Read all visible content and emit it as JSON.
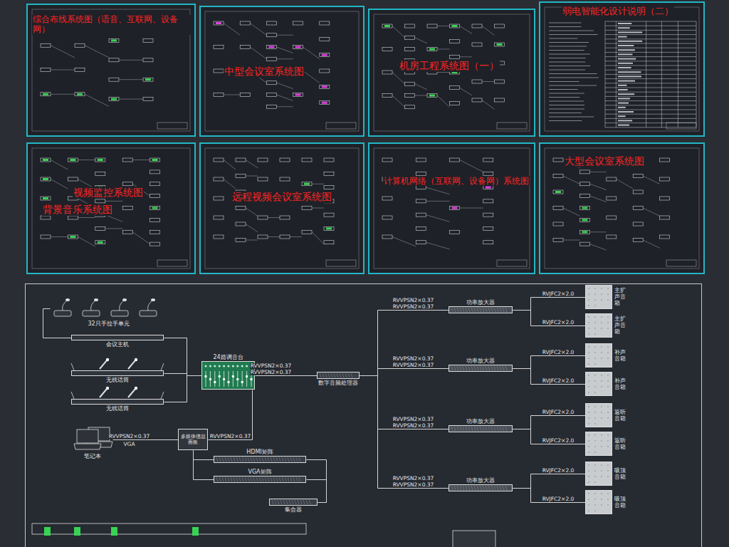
{
  "diagram": {
    "nodes": [
      {
        "text": [
          "综合布线系统图（语音、互联网、设备网）"
        ]
      },
      {
        "text": [
          "中型会议室系统图"
        ]
      },
      {
        "text": [
          "机房工程系统图（一）"
        ]
      },
      {
        "text": [
          "弱电智能化设计说明（二）"
        ]
      },
      {
        "text": [
          "视频监控系统图",
          "背景音乐系统图"
        ]
      },
      {
        "text": [
          "远程视频会议室系统图"
        ]
      },
      {
        "text": [
          "计算机网络（互联网、设备网）系统图"
        ]
      },
      {
        "text": [
          "大型会议室系统图"
        ]
      },
      {
        "text": [
          "32只手拉手单元"
        ]
      },
      {
        "text": [
          "会议主机"
        ]
      },
      {
        "text": [
          "无线话筒"
        ]
      },
      {
        "text": [
          "无线话筒"
        ]
      },
      {
        "text": [
          "笔记本"
        ]
      },
      {
        "text": [
          "多媒体信息面板"
        ]
      },
      {
        "text": [
          "24路调音台"
        ]
      },
      {
        "text": [
          "HDMI矩阵"
        ]
      },
      {
        "text": [
          "VGA矩阵"
        ]
      },
      {
        "text": [
          "数字音频处理器"
        ]
      },
      {
        "text": [
          "集合器"
        ]
      },
      {
        "text": [
          "功率放大器"
        ]
      },
      {
        "text": [
          "功率放大器"
        ]
      },
      {
        "text": [
          "功率放大器"
        ]
      },
      {
        "text": [
          "功率放大器"
        ]
      },
      {
        "text": [
          "主扩声音箱"
        ]
      },
      {
        "text": [
          "主扩声音箱"
        ]
      },
      {
        "text": [
          "补声音箱"
        ]
      },
      {
        "text": [
          "补声音箱"
        ]
      },
      {
        "text": [
          "返听音箱"
        ]
      },
      {
        "text": [
          "返听音箱"
        ]
      },
      {
        "text": [
          "吸顶音箱"
        ]
      },
      {
        "text": [
          "吸顶音箱"
        ]
      }
    ],
    "edges": [
      {
        "from": 8,
        "to": 9,
        "arrow": "none"
      },
      {
        "from": 9,
        "to": 14,
        "arrow": "none"
      },
      {
        "from": 10,
        "to": 14,
        "arrow": "none"
      },
      {
        "from": 11,
        "to": 14,
        "arrow": "none"
      },
      {
        "from": 12,
        "to": 13,
        "label": "RVVPSN2×0.37",
        "arrow": "none"
      },
      {
        "from": 13,
        "to": 14,
        "label": "RVVPSN2×0.37",
        "arrow": "none"
      },
      {
        "from": 13,
        "to": 15,
        "arrow": "none"
      },
      {
        "from": 13,
        "to": 16,
        "arrow": "none"
      },
      {
        "from": 14,
        "to": 17,
        "label": "RVVPSN2×0.37",
        "arrow": "none"
      },
      {
        "from": 17,
        "to": 19,
        "label": "RVVPSN2×0.37",
        "arrow": "none"
      },
      {
        "from": 17,
        "to": 20,
        "label": "RVVPSN2×0.37",
        "arrow": "none"
      },
      {
        "from": 17,
        "to": 21,
        "label": "RVVPSN2×0.37",
        "arrow": "none"
      },
      {
        "from": 17,
        "to": 22,
        "label": "RVVPSN2×0.37",
        "arrow": "none"
      },
      {
        "from": 19,
        "to": 23,
        "label": "RVJFC2×2.0",
        "arrow": "none"
      },
      {
        "from": 19,
        "to": 24,
        "label": "RVJFC2×2.0",
        "arrow": "none"
      },
      {
        "from": 20,
        "to": 25,
        "label": "RVJFC2×2.0",
        "arrow": "none"
      },
      {
        "from": 20,
        "to": 26,
        "label": "RVJFC2×2.0",
        "arrow": "none"
      },
      {
        "from": 21,
        "to": 27,
        "label": "RVJFC2×2.0",
        "arrow": "none"
      },
      {
        "from": 21,
        "to": 28,
        "label": "RVJFC2×2.0",
        "arrow": "none"
      },
      {
        "from": 22,
        "to": 29,
        "label": "RVJFC2×2.0",
        "arrow": "none"
      },
      {
        "from": 22,
        "to": 30,
        "label": "RVJFC2×2.0",
        "arrow": "none"
      },
      {
        "from": 15,
        "to": 18,
        "arrow": "none"
      },
      {
        "from": 16,
        "to": 18,
        "arrow": "none"
      }
    ],
    "labels": [
      "RVVPSN2×0.37",
      "RVVPSN2×0.37",
      "RVVPSN2×0.37",
      "RVVPSN2×0.37",
      "RVVPSN2×0.37",
      "VGA"
    ]
  }
}
